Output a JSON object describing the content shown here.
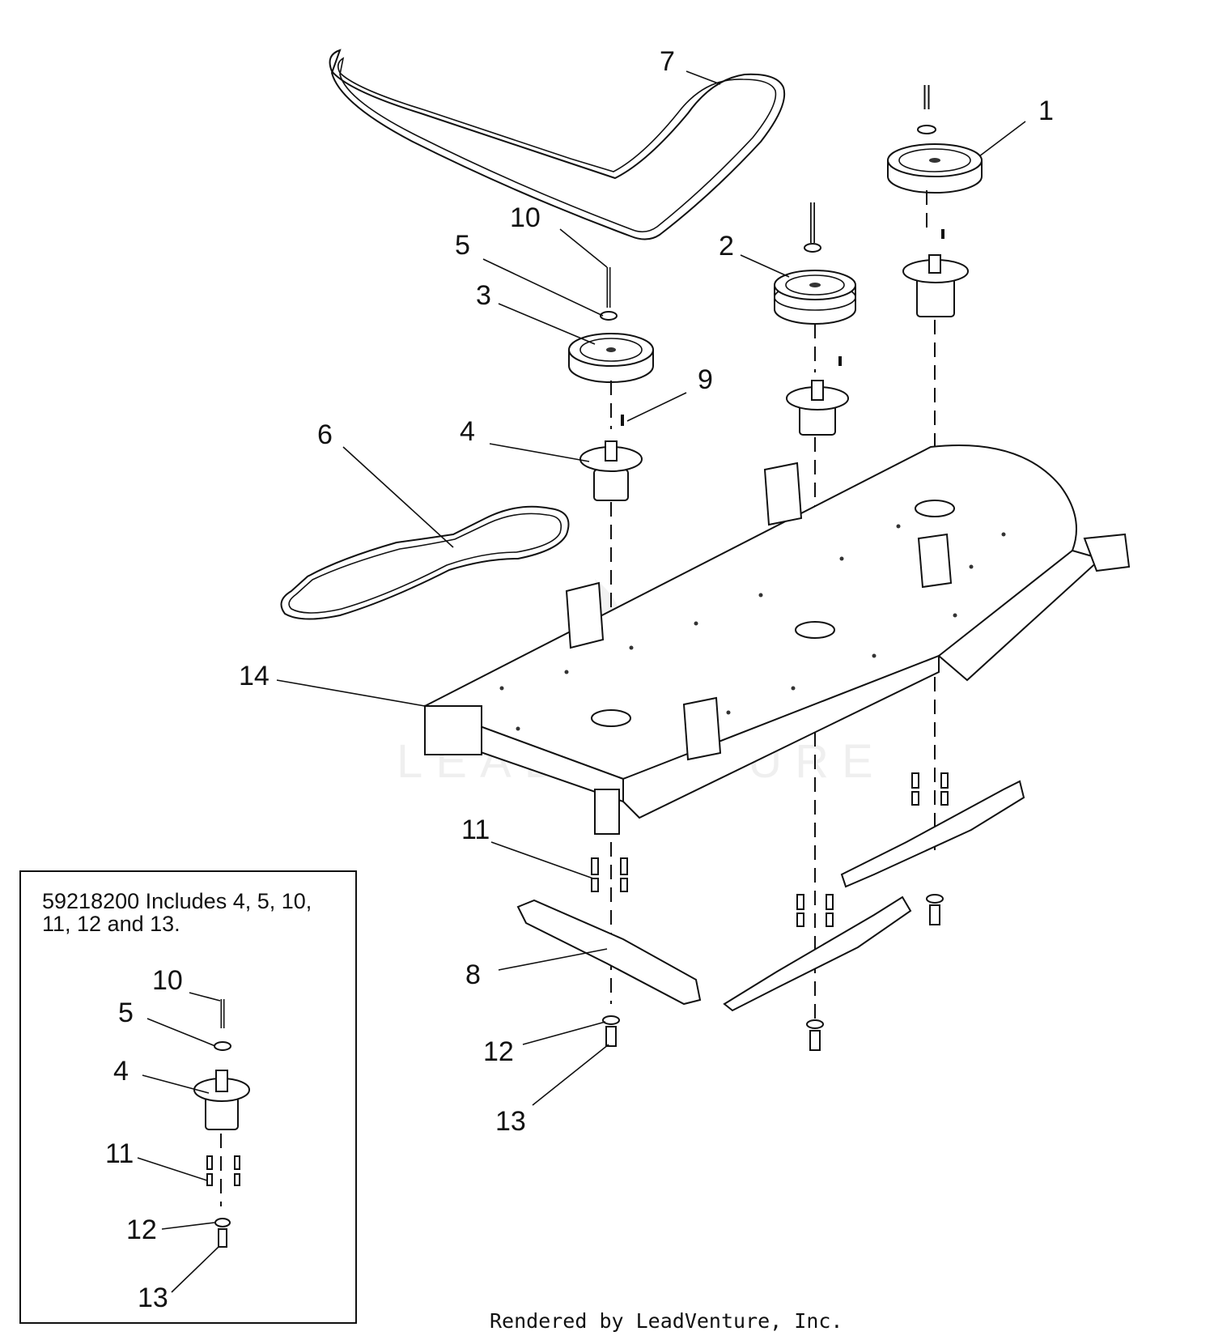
{
  "callouts": {
    "n1": "1",
    "n2": "2",
    "n3": "3",
    "n4": "4",
    "n5": "5",
    "n6": "6",
    "n7": "7",
    "n8": "8",
    "n9": "9",
    "n10": "10",
    "n11": "11",
    "n12": "12",
    "n13": "13",
    "n14": "14"
  },
  "inset": {
    "note_line1": "59218200 Includes 4, 5, 10,",
    "note_line2": "11, 12 and 13.",
    "n10": "10",
    "n5": "5",
    "n4": "4",
    "n11": "11",
    "n12": "12",
    "n13": "13"
  },
  "watermark": "LEADVENTURE",
  "footer": "Rendered by LeadVenture, Inc."
}
